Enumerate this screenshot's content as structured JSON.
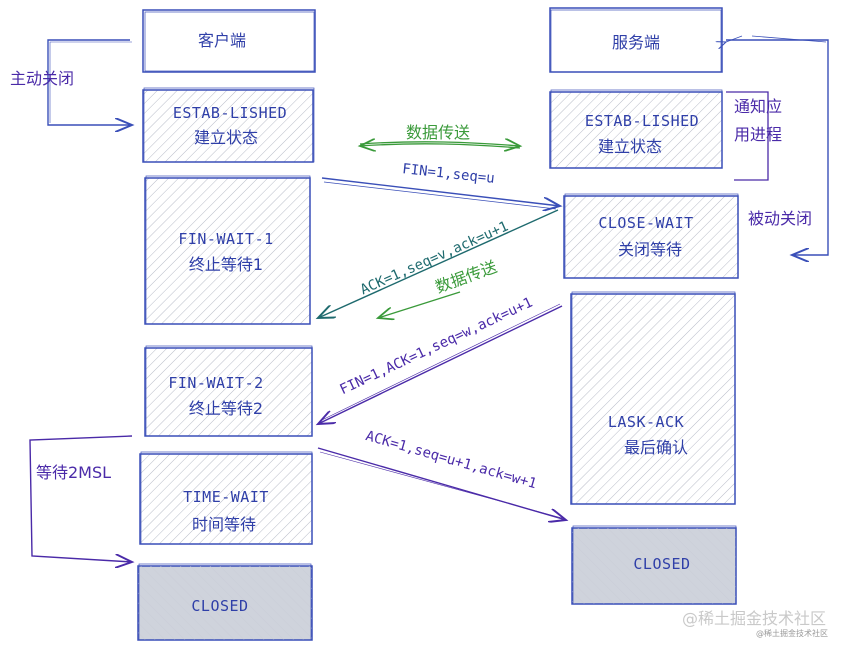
{
  "client": {
    "title": "客户端",
    "estab_en": "ESTAB-LISHED",
    "estab_cn": "建立状态",
    "finwait1_en": "FIN-WAIT-1",
    "finwait1_cn": "终止等待1",
    "finwait2_en": "FIN-WAIT-2",
    "finwait2_cn": "终止等待2",
    "timewait_en": "TIME-WAIT",
    "timewait_cn": "时间等待",
    "closed": "CLOSED"
  },
  "server": {
    "title": "服务端",
    "estab_en": "ESTAB-LISHED",
    "estab_cn": "建立状态",
    "closewait_en": "CLOSE-WAIT",
    "closewait_cn": "关闭等待",
    "lastack_en": "LASK-ACK",
    "lastack_cn": "最后确认",
    "closed": "CLOSED"
  },
  "notes": {
    "active_close": "主动关闭",
    "notify_app_1": "通知应",
    "notify_app_2": "用进程",
    "passive_close": "被动关闭",
    "wait_2msl": "等待2MSL"
  },
  "messages": {
    "data_transfer_top": "数据传送",
    "fin1": "FIN=1,seq=u",
    "ack1": "ACK=1,seq=v,ack=u+1",
    "data_transfer_mid": "数据传送",
    "fin2": "FIN=1,ACK=1,seq=w,ack=u+1",
    "ack2": "ACK=1,seq=u+1,ack=w+1"
  },
  "watermark": {
    "main": "@稀土掘金技术社区",
    "small": "@稀土掘金技术社区"
  },
  "colors": {
    "box_stroke": "#3a4fb8",
    "hatch": "#b8bcc8",
    "closed_fill": "#cfd3dc",
    "violet": "#4a2aa8",
    "green": "#3a9a3a",
    "teal": "#1e6a6e"
  }
}
